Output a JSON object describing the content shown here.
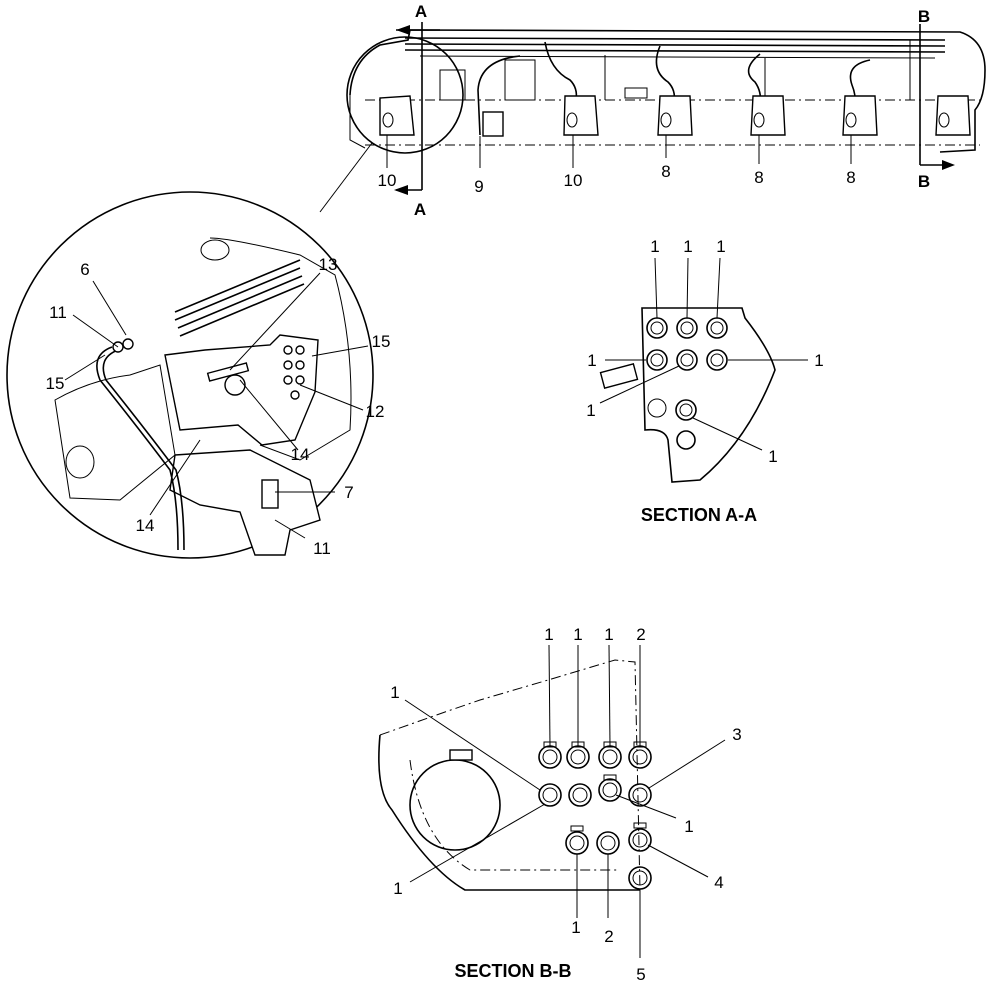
{
  "top_view": {
    "section_markers": [
      "A",
      "A",
      "B",
      "B"
    ],
    "callouts": [
      "10",
      "9",
      "10",
      "8",
      "8",
      "8"
    ]
  },
  "detail_view": {
    "callouts": [
      "6",
      "11",
      "15",
      "13",
      "15",
      "12",
      "14",
      "14",
      "7",
      "11"
    ]
  },
  "section_a": {
    "title": "SECTION A-A",
    "callouts": [
      "1",
      "1",
      "1",
      "1",
      "1",
      "1",
      "1"
    ]
  },
  "section_b": {
    "title": "SECTION B-B",
    "callouts": [
      "1",
      "1",
      "1",
      "2",
      "1",
      "3",
      "1",
      "4",
      "1",
      "1",
      "2",
      "5"
    ]
  }
}
